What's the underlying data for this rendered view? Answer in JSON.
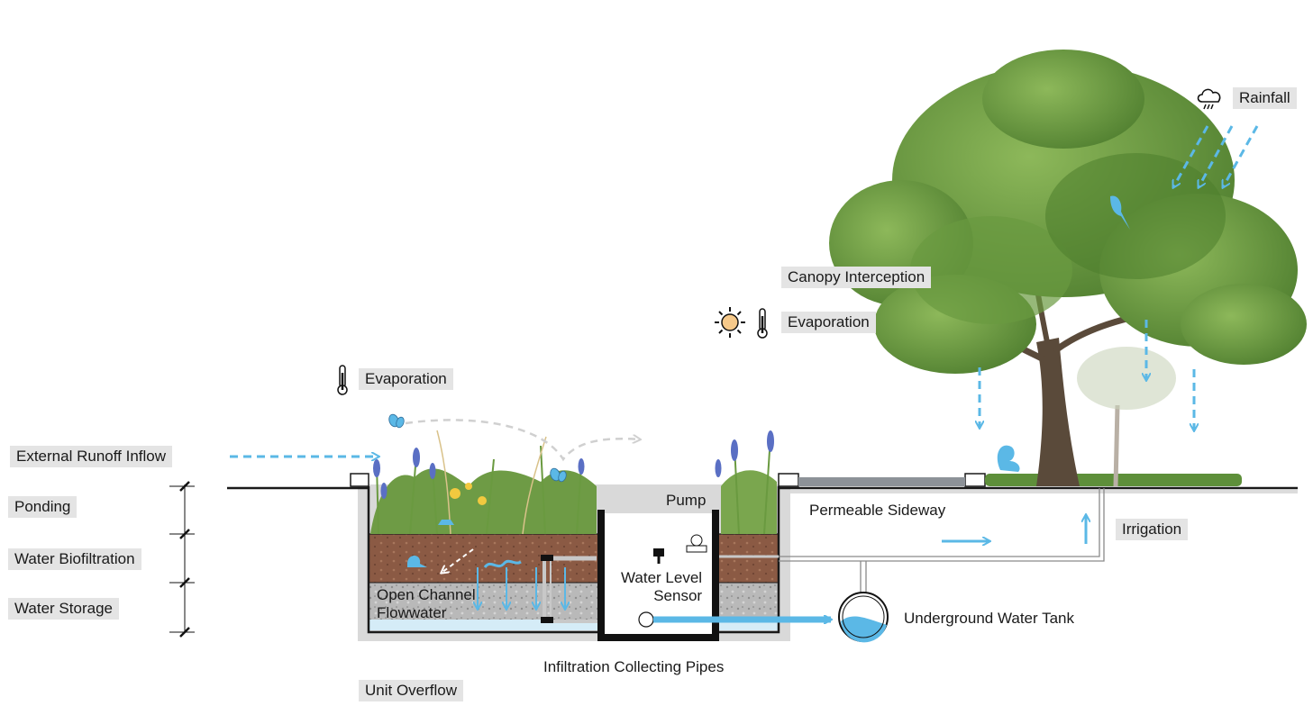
{
  "labels": {
    "external_runoff_inflow": "External Runoff Inflow",
    "ponding": "Ponding",
    "water_biofiltration": "Water Biofiltration",
    "water_storage": "Water Storage",
    "evaporation_left": "Evaporation",
    "evaporation_tree": "Evaporation",
    "canopy_interception": "Canopy Interception",
    "rainfall": "Rainfall",
    "pump": "Pump",
    "water_level_sensor": "Water Level\nSensor",
    "open_channel_flowwater": "Open Channel\nFlowwater",
    "permeable_sideway": "Permeable Sideway",
    "irrigation": "Irrigation",
    "underground_water_tank": "Underground Water Tank",
    "infiltration_collecting_pipes": "Infiltration Collecting Pipes",
    "unit_overflow": "Unit Overflow"
  },
  "icons": {
    "thermometer": "thermometer-icon",
    "sun": "sun-icon",
    "rain_cloud": "rain-cloud-icon"
  },
  "colors": {
    "water_arrow": "#5bb8e6",
    "soil": "#8b5a44",
    "gravel": "#b9b9b9",
    "foliage": "#5e8f3a",
    "label_bg": "#e4e4e4"
  }
}
